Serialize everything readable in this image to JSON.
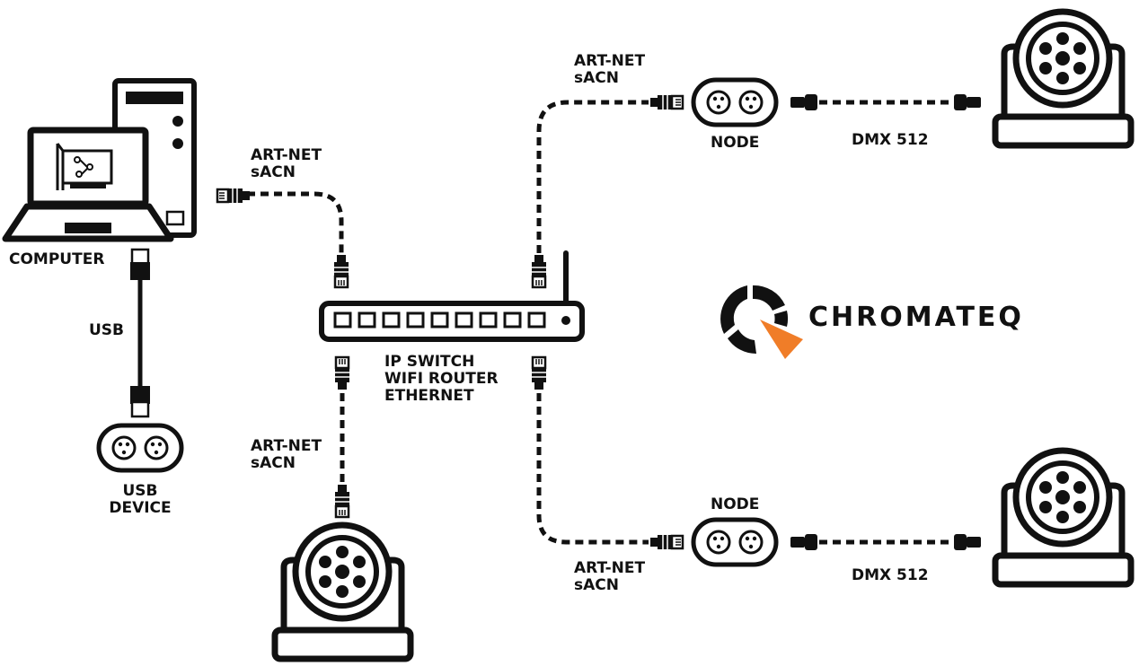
{
  "labels": {
    "computer": "COMPUTER",
    "usb": "USB",
    "usb_device": [
      "USB",
      "DEVICE"
    ],
    "net_left": [
      "ART-NET",
      "sACN"
    ],
    "net_top_right": [
      "ART-NET",
      "sACN"
    ],
    "net_bottom_left": [
      "ART-NET",
      "sACN"
    ],
    "net_bottom_right": [
      "ART-NET",
      "sACN"
    ],
    "switch": [
      "IP SWITCH",
      "WIFI ROUTER",
      "ETHERNET"
    ],
    "node_top": "NODE",
    "node_bottom": "NODE",
    "dmx_top": "DMX 512",
    "dmx_bottom": "DMX 512"
  },
  "logo": {
    "text": "CHROMATEQ",
    "accent_color": "#f07d28",
    "mark_color": "#111111"
  },
  "colors": {
    "ink": "#111111",
    "paper": "#ffffff"
  }
}
